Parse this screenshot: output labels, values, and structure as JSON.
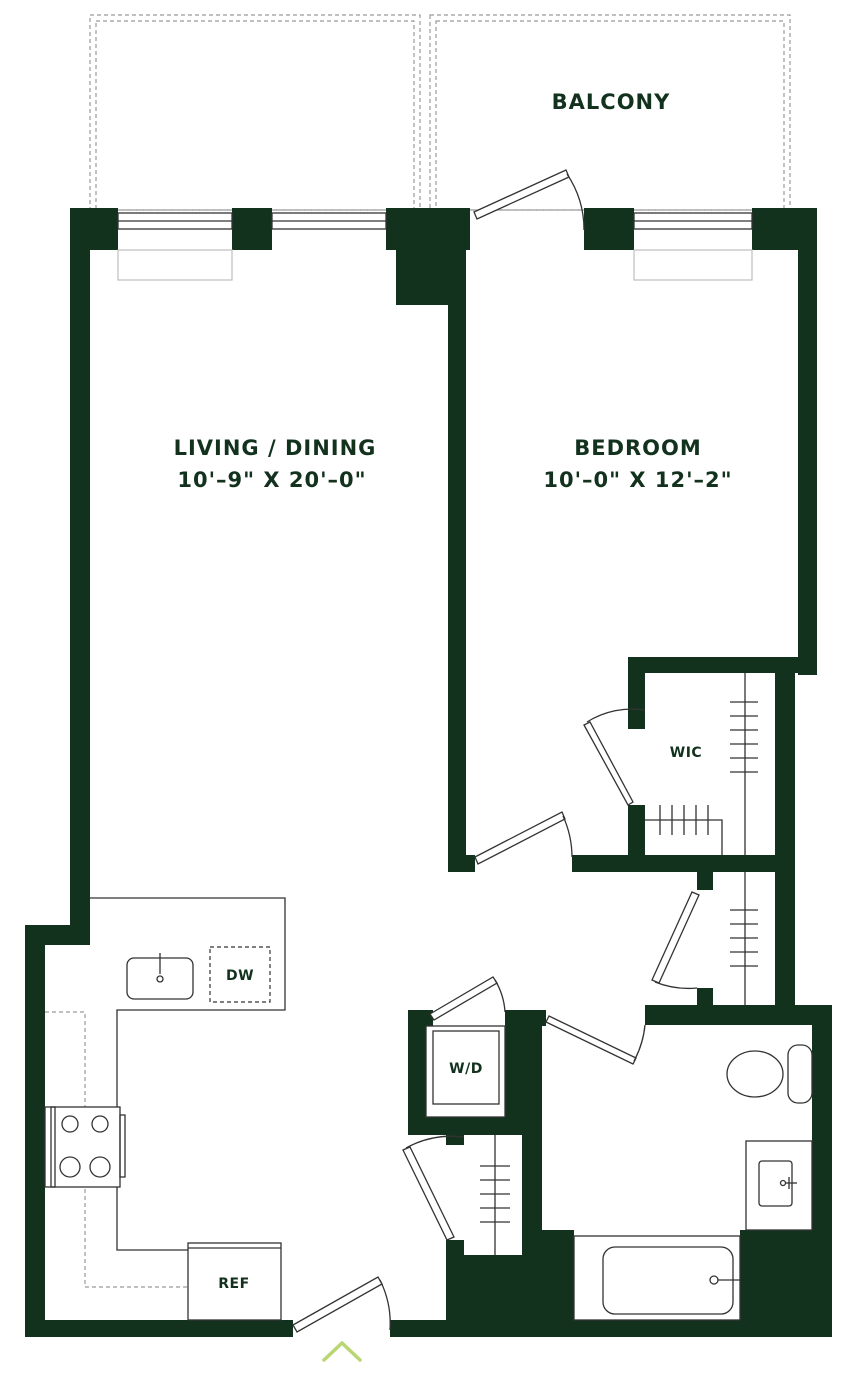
{
  "colors": {
    "wall": "#12321e",
    "label": "#12321e",
    "entry_arrow": "#b8d672"
  },
  "rooms": {
    "balcony": {
      "name": "BALCONY"
    },
    "living": {
      "name": "LIVING / DINING",
      "dimensions": "10'–9\" X 20'–0\""
    },
    "bedroom": {
      "name": "BEDROOM",
      "dimensions": "10'–0\" X 12'–2\""
    },
    "wic": {
      "name": "WIC"
    }
  },
  "fixtures": {
    "dishwasher": "DW",
    "washer_dryer": "W/D",
    "refrigerator": "REF"
  },
  "icons": {
    "entry": "entry-chevron-icon"
  }
}
